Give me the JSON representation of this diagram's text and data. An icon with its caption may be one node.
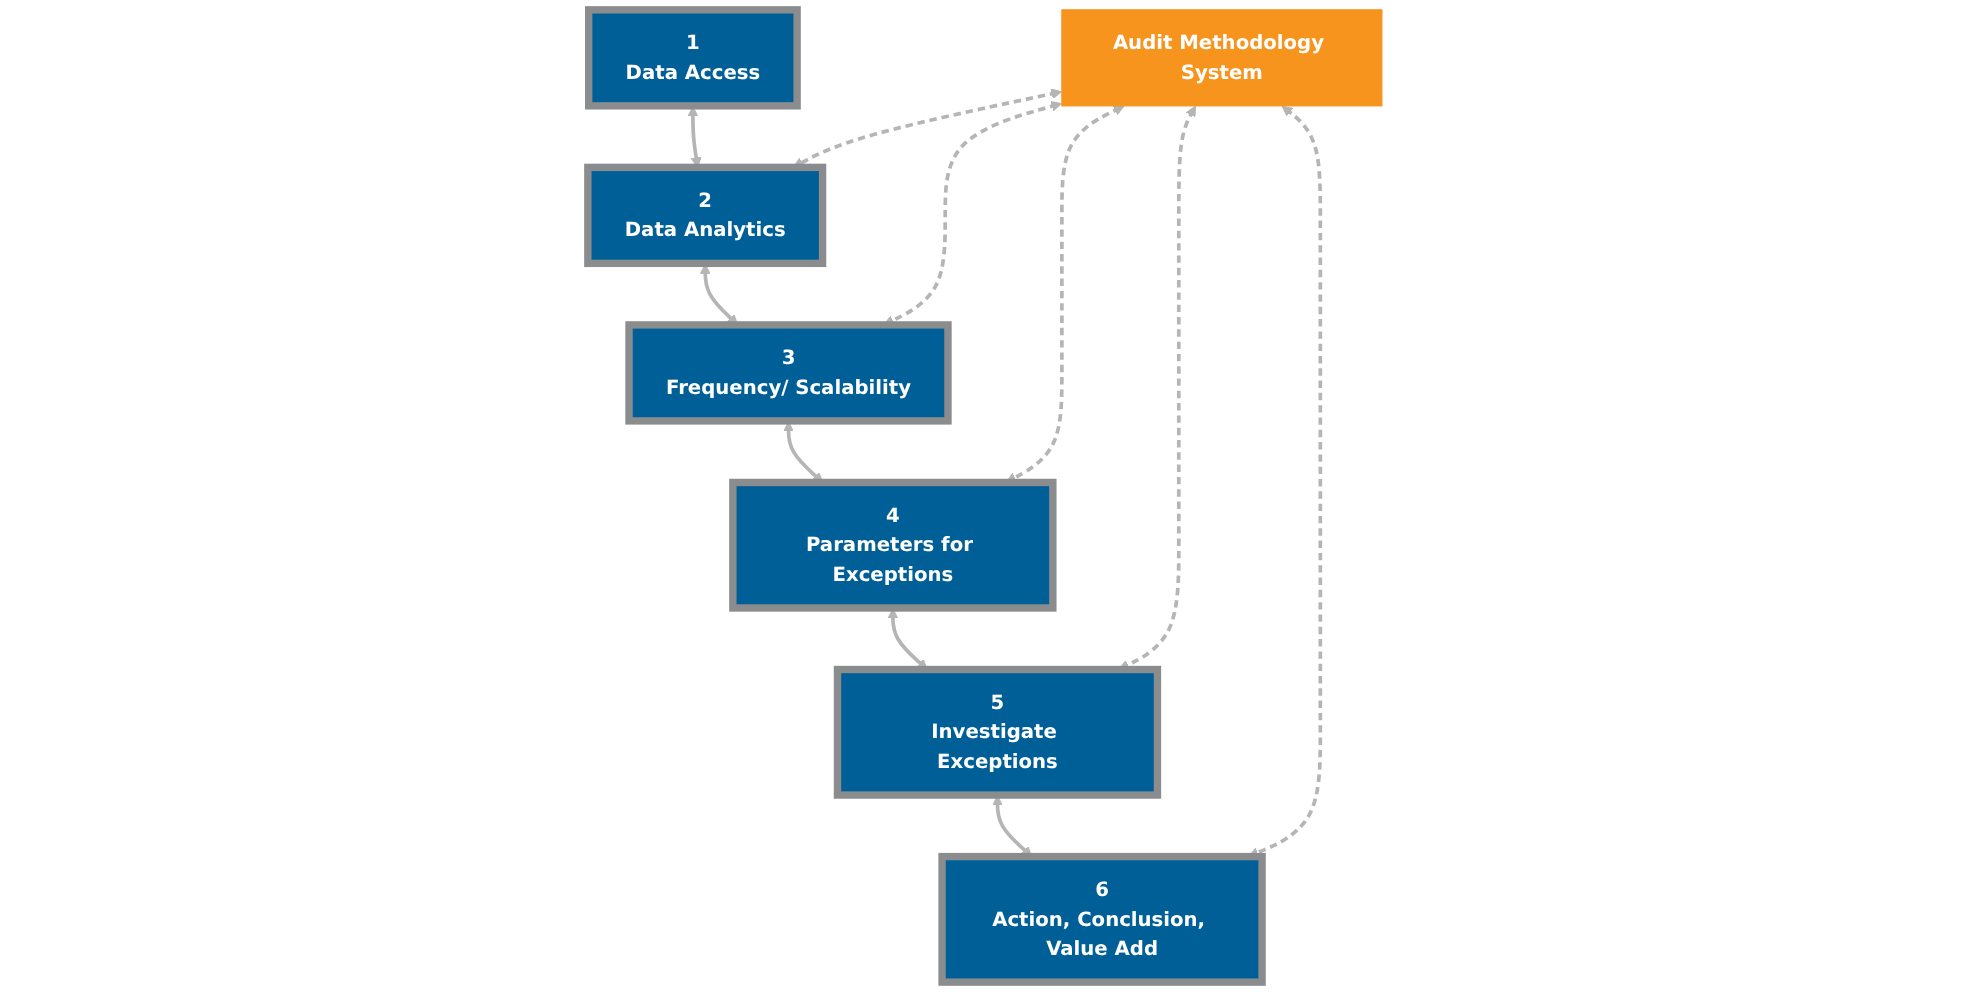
{
  "diagram": {
    "nodes": [
      {
        "text": [
          "1",
          "Data Access"
        ]
      },
      {
        "text": [
          "2",
          "Data Analytics"
        ]
      },
      {
        "text": [
          "6",
          "Action, Conclusion, Value Add"
        ]
      },
      {
        "text": [
          "Audit Methodology System"
        ]
      },
      {
        "text": [
          "3",
          "Frequency/ Scalability"
        ]
      },
      {
        "text": [
          "5",
          "Investigate Exceptions"
        ]
      },
      {
        "text": [
          "4",
          "Parameters for Exceptions"
        ]
      }
    ],
    "edges": [
      {
        "from": 0,
        "to": 1,
        "arrow": "both"
      },
      {
        "from": 1,
        "to": 4,
        "arrow": "both"
      },
      {
        "from": 4,
        "to": 6,
        "arrow": "both"
      },
      {
        "from": 6,
        "to": 5,
        "arrow": "both"
      },
      {
        "from": 5,
        "to": 2,
        "arrow": "both"
      },
      {
        "from": 3,
        "to": 1,
        "arrow": "both",
        "style": "dashed"
      },
      {
        "from": 3,
        "to": 2,
        "arrow": "both",
        "style": "dashed"
      },
      {
        "from": 3,
        "to": 4,
        "arrow": "both",
        "style": "dashed"
      },
      {
        "from": 3,
        "to": 5,
        "arrow": "both",
        "style": "dashed"
      },
      {
        "from": 3,
        "to": 6,
        "arrow": "both",
        "style": "dashed"
      }
    ]
  }
}
